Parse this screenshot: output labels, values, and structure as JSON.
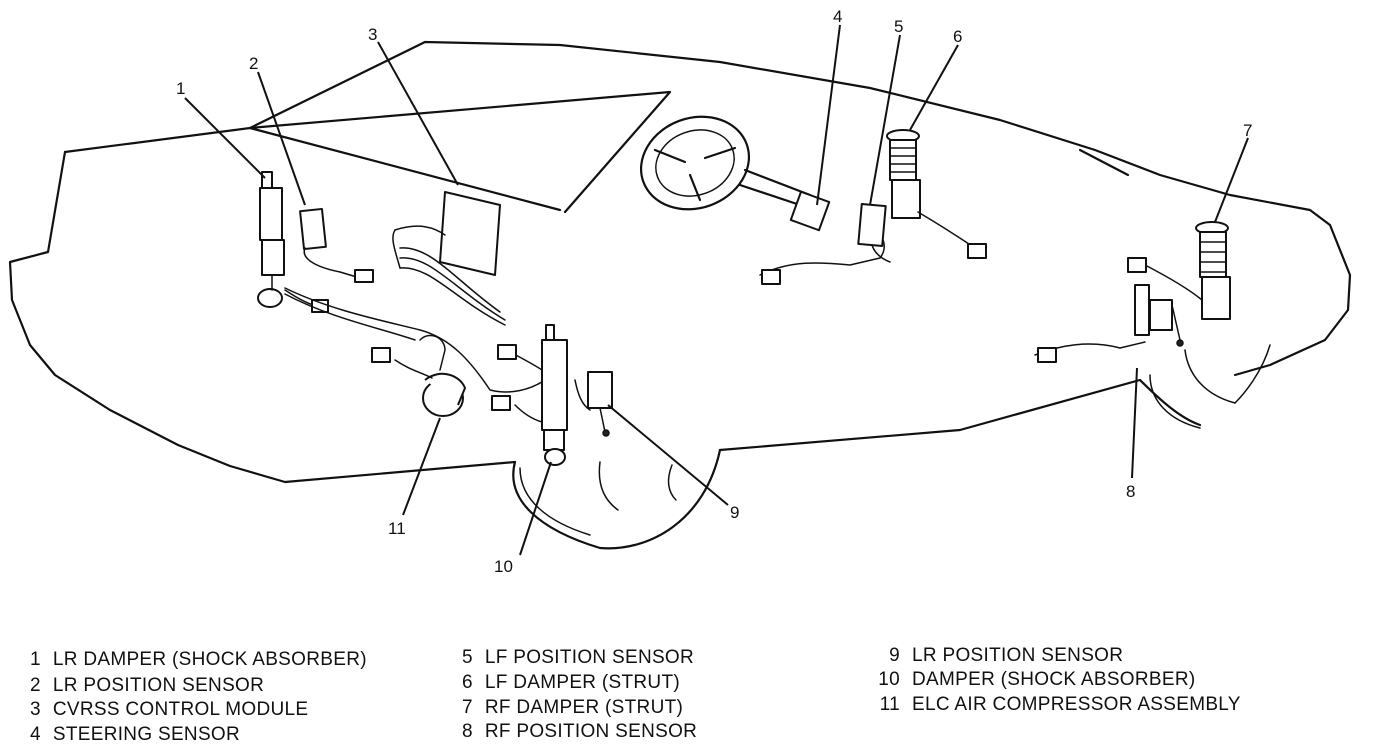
{
  "callouts": [
    {
      "num": "1"
    },
    {
      "num": "2"
    },
    {
      "num": "3"
    },
    {
      "num": "4"
    },
    {
      "num": "5"
    },
    {
      "num": "6"
    },
    {
      "num": "7"
    },
    {
      "num": "8"
    },
    {
      "num": "9"
    },
    {
      "num": "10"
    },
    {
      "num": "11"
    }
  ],
  "legend": [
    {
      "num": "1",
      "text": "LR DAMPER (SHOCK ABSORBER)"
    },
    {
      "num": "2",
      "text": "LR POSITION SENSOR"
    },
    {
      "num": "3",
      "text": "CVRSS CONTROL MODULE"
    },
    {
      "num": "4",
      "text": "STEERING SENSOR"
    },
    {
      "num": "5",
      "text": "LF POSITION SENSOR"
    },
    {
      "num": "6",
      "text": "LF DAMPER (STRUT)"
    },
    {
      "num": "7",
      "text": "RF DAMPER (STRUT)"
    },
    {
      "num": "8",
      "text": "RF POSITION SENSOR"
    },
    {
      "num": "9",
      "text": "LR POSITION SENSOR"
    },
    {
      "num": "10",
      "text": "DAMPER (SHOCK ABSORBER)"
    },
    {
      "num": "11",
      "text": "ELC AIR COMPRESSOR ASSEMBLY"
    }
  ]
}
